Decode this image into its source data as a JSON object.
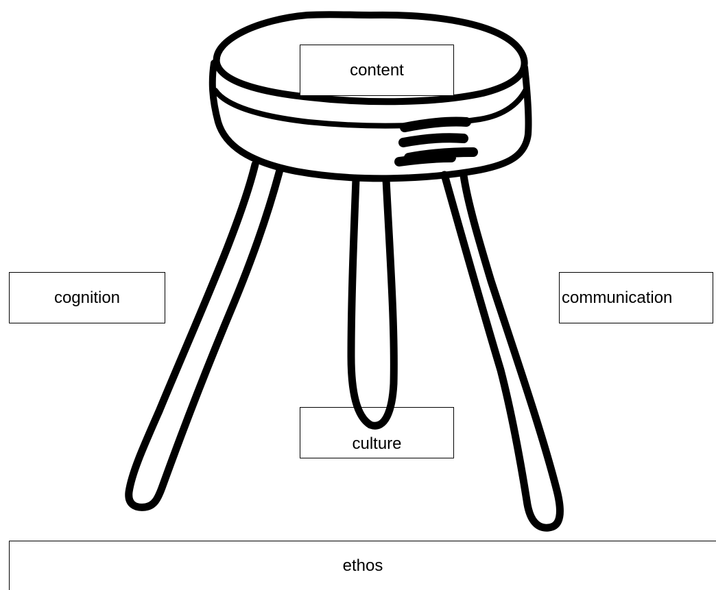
{
  "labels": {
    "content": "content",
    "cognition": "cognition",
    "communication": "communication",
    "culture": "culture",
    "ethos": "ethos"
  },
  "colors": {
    "ink": "#000000",
    "paper": "#ffffff"
  }
}
